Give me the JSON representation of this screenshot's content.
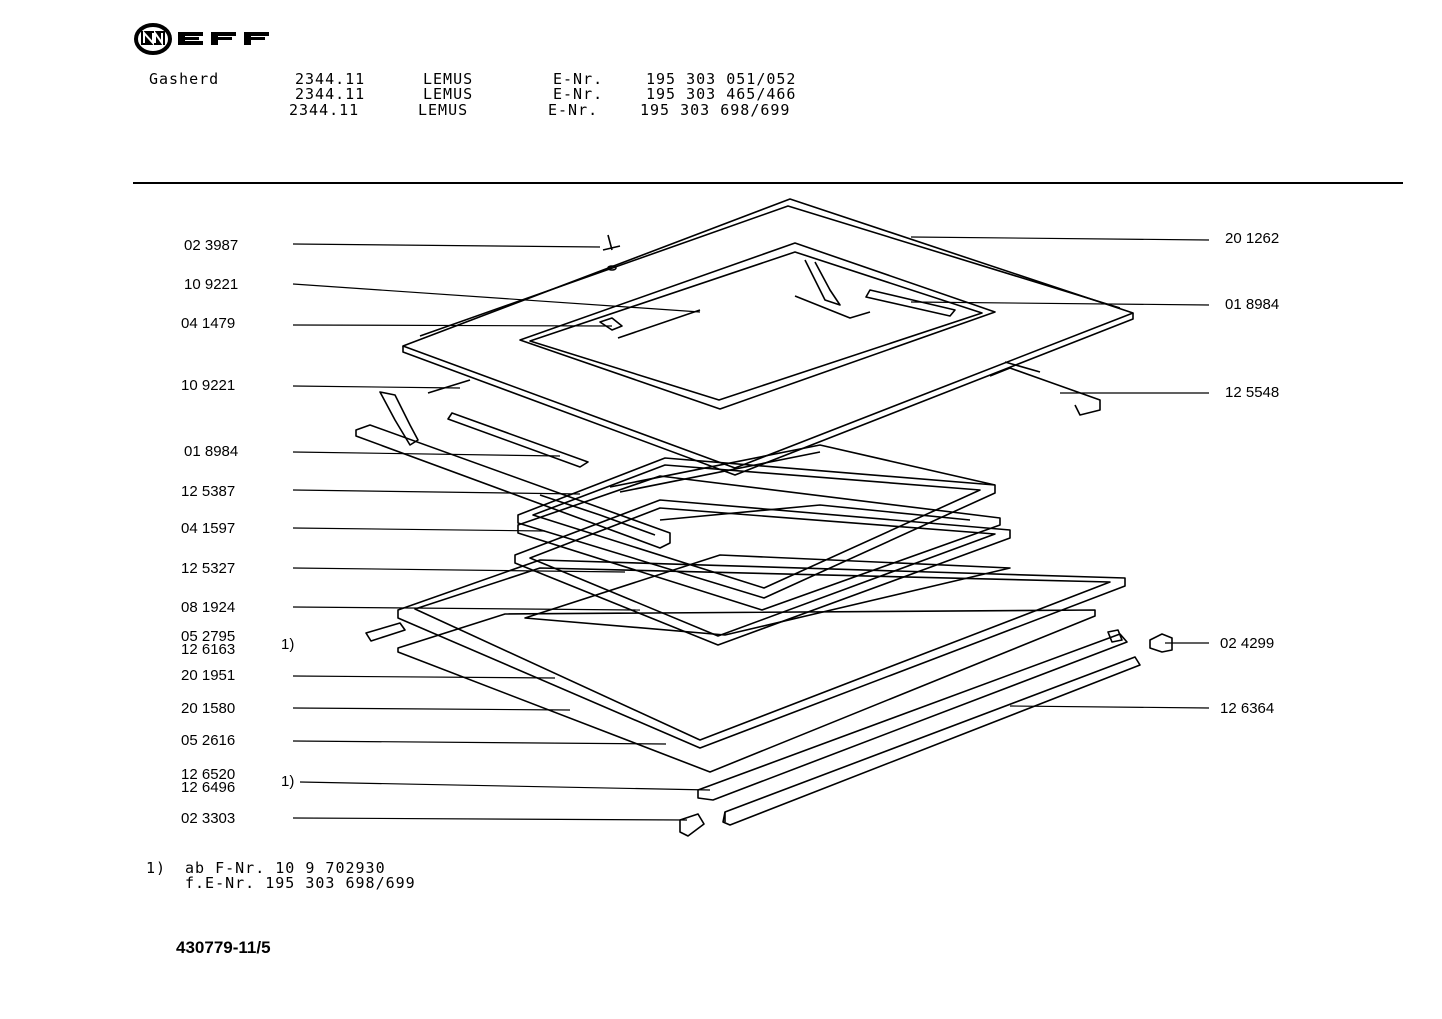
{
  "brand": {
    "name": "NEFF"
  },
  "header": {
    "appliance": "Gasherd",
    "models": [
      {
        "model": "2344.11",
        "name": "LEMUS",
        "enr_label": "E-Nr.",
        "enr": "195 303 051/052"
      },
      {
        "model": "2344.11",
        "name": "LEMUS",
        "enr_label": "E-Nr.",
        "enr": "195 303 465/466"
      },
      {
        "model": "2344.11",
        "name": "LEMUS",
        "enr_label": "E-Nr.",
        "enr": "195 303 698/699"
      }
    ]
  },
  "parts_left": [
    {
      "no": "02 3987"
    },
    {
      "no": "10 9221"
    },
    {
      "no": "04 1479"
    },
    {
      "no": "10 9221"
    },
    {
      "no": "01 8984"
    },
    {
      "no": "12 5387"
    },
    {
      "no": "04 1597"
    },
    {
      "no": "12 5327"
    },
    {
      "no": "08 1924"
    },
    {
      "no": "05 2795",
      "no2": "12 6163",
      "note": "1)"
    },
    {
      "no": "20 1951"
    },
    {
      "no": "20 1580"
    },
    {
      "no": "05 2616"
    },
    {
      "no": "12 6520",
      "no2": "12 6496",
      "note": "1)"
    },
    {
      "no": "02 3303"
    }
  ],
  "parts_right": [
    {
      "no": "20 1262"
    },
    {
      "no": "01 8984"
    },
    {
      "no": "12 5548"
    },
    {
      "no": "02 4299"
    },
    {
      "no": "12 6364"
    }
  ],
  "footnote": {
    "marker": "1)",
    "line1": "ab F-Nr. 10 9 702930",
    "line2": "f.E-Nr. 195 303 698/699"
  },
  "document_number": "430779-11/5"
}
